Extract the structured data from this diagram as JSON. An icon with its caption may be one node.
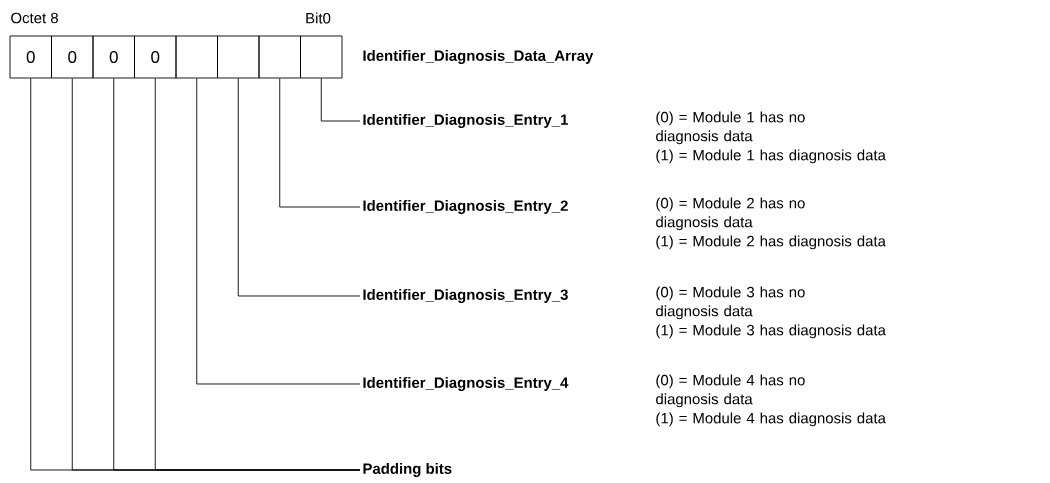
{
  "diagram": {
    "nodes": [
      {
        "text": [
          "0"
        ]
      },
      {
        "text": [
          "0"
        ]
      },
      {
        "text": [
          "0"
        ]
      },
      {
        "text": [
          "0"
        ]
      },
      {
        "text": [],
        "shape": "box"
      },
      {
        "text": [],
        "shape": "box"
      },
      {
        "text": [],
        "shape": "box"
      },
      {
        "text": [],
        "shape": "box"
      },
      {
        "text": [
          "Identifier_Diagnosis_Entry_1"
        ],
        "beside": [
          "(0) = Module 1 has no diagnosis data",
          "(1) = Module 1 has diagnosis data"
        ]
      },
      {
        "text": [
          "Identifier_Diagnosis_Entry_2"
        ],
        "beside": [
          "(0) = Module 2 has no diagnosis data",
          "(1) = Module 2 has diagnosis data"
        ]
      },
      {
        "text": [
          "Identifier_Diagnosis_Entry_3"
        ],
        "beside": [
          "(0) = Module 3 has no diagnosis data",
          "(1) = Module 3 has diagnosis data"
        ]
      },
      {
        "text": [
          "Identifier_Diagnosis_Entry_4"
        ],
        "beside": [
          "(0) = Module 4 has no diagnosis data",
          "(1) = Module 4 has diagnosis data"
        ]
      },
      {
        "text": [
          "Padding bits"
        ]
      }
    ],
    "edges": [
      {
        "from": 7,
        "to": 8,
        "arrow": "none"
      },
      {
        "from": 6,
        "to": 9,
        "arrow": "none"
      },
      {
        "from": 5,
        "to": 10,
        "arrow": "none"
      },
      {
        "from": 4,
        "to": 11,
        "arrow": "none"
      },
      {
        "from": 0,
        "to": 12,
        "arrow": "none"
      },
      {
        "from": 1,
        "to": 12,
        "arrow": "none"
      },
      {
        "from": 2,
        "to": 12,
        "arrow": "none"
      },
      {
        "from": 3,
        "to": 12,
        "arrow": "none"
      }
    ],
    "labels": [
      "Octet 8",
      "Bit0",
      "Identifier_Diagnosis_Data_Array"
    ]
  }
}
